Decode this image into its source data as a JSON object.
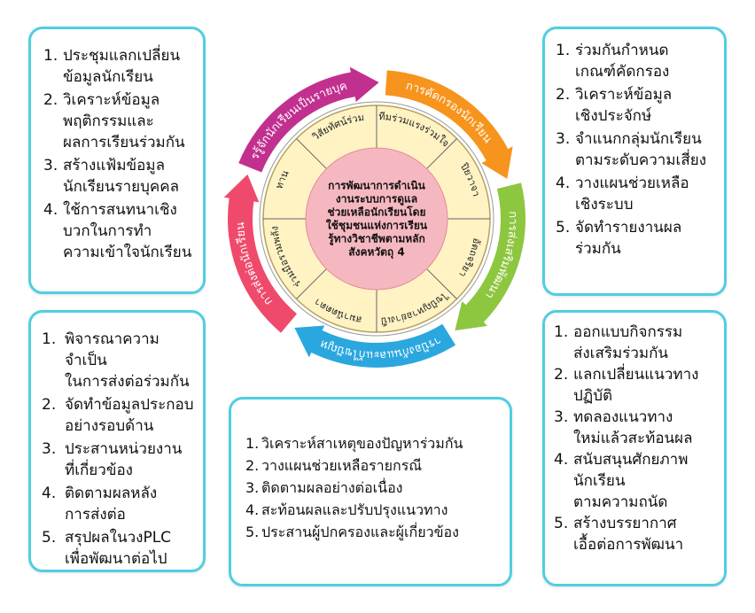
{
  "center": {
    "lines": [
      "การพัฒนาการดำเนิน",
      "งานระบบการดูแล",
      "ช่วยเหลือนักเรียนโดย",
      "ใช้ชุมชนแห่งการเรียน",
      "รู้ทางวิชาชีพตามหลัก",
      "สังคหวัตถุ 4"
    ]
  },
  "arrows": [
    {
      "label": "การคัดกรองนักเรียน",
      "color": "#f7941d"
    },
    {
      "label": "การส่งเสริมพัฒนา",
      "color": "#8dc63f"
    },
    {
      "label": "การป้องกันและแก้ไขปัญหา",
      "color": "#2aa7df"
    },
    {
      "label": "การส่งต่อนักเรียน",
      "color": "#ef4a6b"
    },
    {
      "label": "การรู้จักนักเรียนเป็นรายบุคคล",
      "color": "#c2308f"
    }
  ],
  "segments": [
    "ทีมร่วมแรงร่วมใจ",
    "ปิยวาจา",
    "อัตถจริยา",
    "ร่วมแก้ไขปัญหาอย่างเป็นระบบ",
    "สมานัตตตา",
    "ร่วมมือรวมพลัง",
    "ทาน",
    "วิสัยทัศน์ร่วม"
  ],
  "boxes": {
    "top_left": [
      {
        "num": "1.",
        "text": "ประชุมแลกเปลี่ยน\nข้อมูลนักเรียน"
      },
      {
        "num": "2.",
        "text": "วิเคราะห์ข้อมูล\nพฤติกรรมและ\nผลการเรียนร่วมกัน"
      },
      {
        "num": "3.",
        "text": "สร้างแฟ้มข้อมูล\nนักเรียนรายบุคคล"
      },
      {
        "num": "4.",
        "text": "ใช้การสนทนาเชิง\nบวกในการทำ\nความเข้าใจนักเรียน"
      }
    ],
    "top_right": [
      {
        "num": "1.",
        "text": "ร่วมกันกำหนด\nเกณฑ์คัดกรอง"
      },
      {
        "num": "2.",
        "text": "วิเคราะห์ข้อมูล\nเชิงประจักษ์"
      },
      {
        "num": "3.",
        "text": "จำแนกกลุ่มนักเรียน\nตามระดับความเสี่ยง"
      },
      {
        "num": "4.",
        "text": "วางแผนช่วยเหลือ\nเชิงระบบ"
      },
      {
        "num": "5.",
        "text": "จัดทำรายงานผล\nร่วมกัน"
      }
    ],
    "mid_left": [
      {
        "num": "1.",
        "text": "พิจารณาความจำเป็น\nในการส่งต่อร่วมกัน"
      },
      {
        "num": "2.",
        "text": "จัดทำข้อมูลประกอบ\nอย่างรอบด้าน"
      },
      {
        "num": "3.",
        "text": "ประสานหน่วยงาน\nที่เกี่ยวข้อง"
      },
      {
        "num": "4.",
        "text": "ติดตามผลหลัง\nการส่งต่อ"
      },
      {
        "num": "5.",
        "text": "สรุปผลในวงPLC\nเพื่อพัฒนาต่อไป"
      }
    ],
    "mid_right": [
      {
        "num": "1.",
        "text": "ออกแบบกิจกรรม\nส่งเสริมร่วมกัน"
      },
      {
        "num": "2.",
        "text": "แลกเปลี่ยนแนวทาง\nปฏิบัติ"
      },
      {
        "num": "3.",
        "text": "ทดลองแนวทาง\nใหม่แล้วสะท้อนผล"
      },
      {
        "num": "4.",
        "text": "สนับสนุนศักยภาพ\nนักเรียน\nตามความถนัด"
      },
      {
        "num": "5.",
        "text": "สร้างบรรยากาศ\nเอื้อต่อการพัฒนา"
      }
    ],
    "bottom_center": [
      {
        "num": "1.",
        "text": "วิเคราะห์สาเหตุของปัญหาร่วมกัน"
      },
      {
        "num": "2.",
        "text": "วางแผนช่วยเหลือรายกรณี"
      },
      {
        "num": "3.",
        "text": "ติดตามผลอย่างต่อเนื่อง"
      },
      {
        "num": "4.",
        "text": "สะท้อนผลและปรับปรุงแนวทาง"
      },
      {
        "num": "5.",
        "text": "ประสานผู้ปกครองและผู้เกี่ยวข้อง"
      }
    ]
  }
}
